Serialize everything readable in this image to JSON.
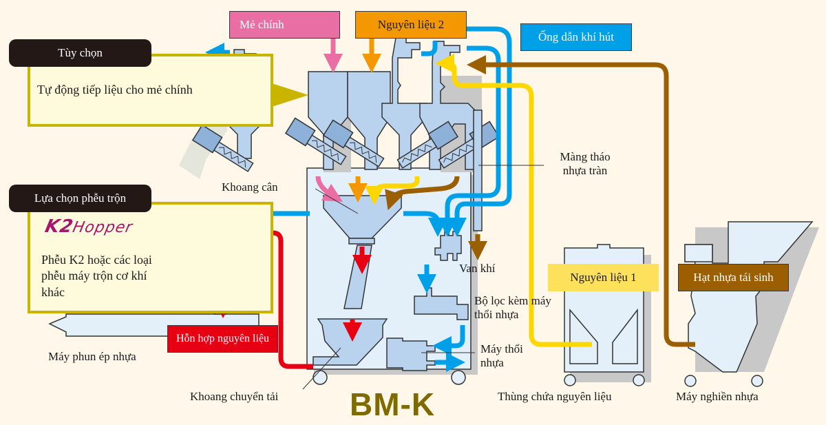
{
  "title": "BM-K",
  "colors": {
    "background": "#fef7ea",
    "main_batch": "#e96ea4",
    "material_2": "#f39800",
    "air_duct": "#00a0e9",
    "material_1": "#ffd700",
    "regrind": "#9b5e00",
    "mixed_material": "#e60012",
    "option_border": "#c9b400",
    "machine_fill": "#b9d3ee",
    "bmk_label": "#7f6a00",
    "k2_logo": "#a6166f"
  },
  "tags": {
    "main_batch": "Mẻ chính",
    "material_2": "Nguyên liệu 2",
    "air_duct": "Ống dẫn khí hút",
    "material_1": "Nguyên liệu 1",
    "regrind": "Hạt nhựa tái sinh",
    "mixed_material": "Hỗn hợp nguyên liệu"
  },
  "options": {
    "option_title": "Tùy chọn",
    "option_desc": "Tự động tiếp liệu cho mẻ chính",
    "hopper_title": "Lựa chọn phễu trộn",
    "hopper_logo_main": "K2",
    "hopper_logo_sub": "Hopper",
    "hopper_desc": "Phễu K2 hoặc các loại phễu máy trộn cơ khí khác"
  },
  "labels": {
    "weighing_chamber": "Khoang cân",
    "overflow_membrane": "Màng tháo nhựa tràn",
    "air_valve": "Van khí",
    "filter_blower": "Bộ lọc kèm máy thổi nhựa",
    "blower": "Máy thổi nhựa",
    "transfer_chamber": "Khoang chuyển tải",
    "injection_machine": "Máy phun ép nhựa",
    "material_bin": "Thùng chứa nguyên liệu",
    "crusher": "Máy nghiền nhựa"
  }
}
